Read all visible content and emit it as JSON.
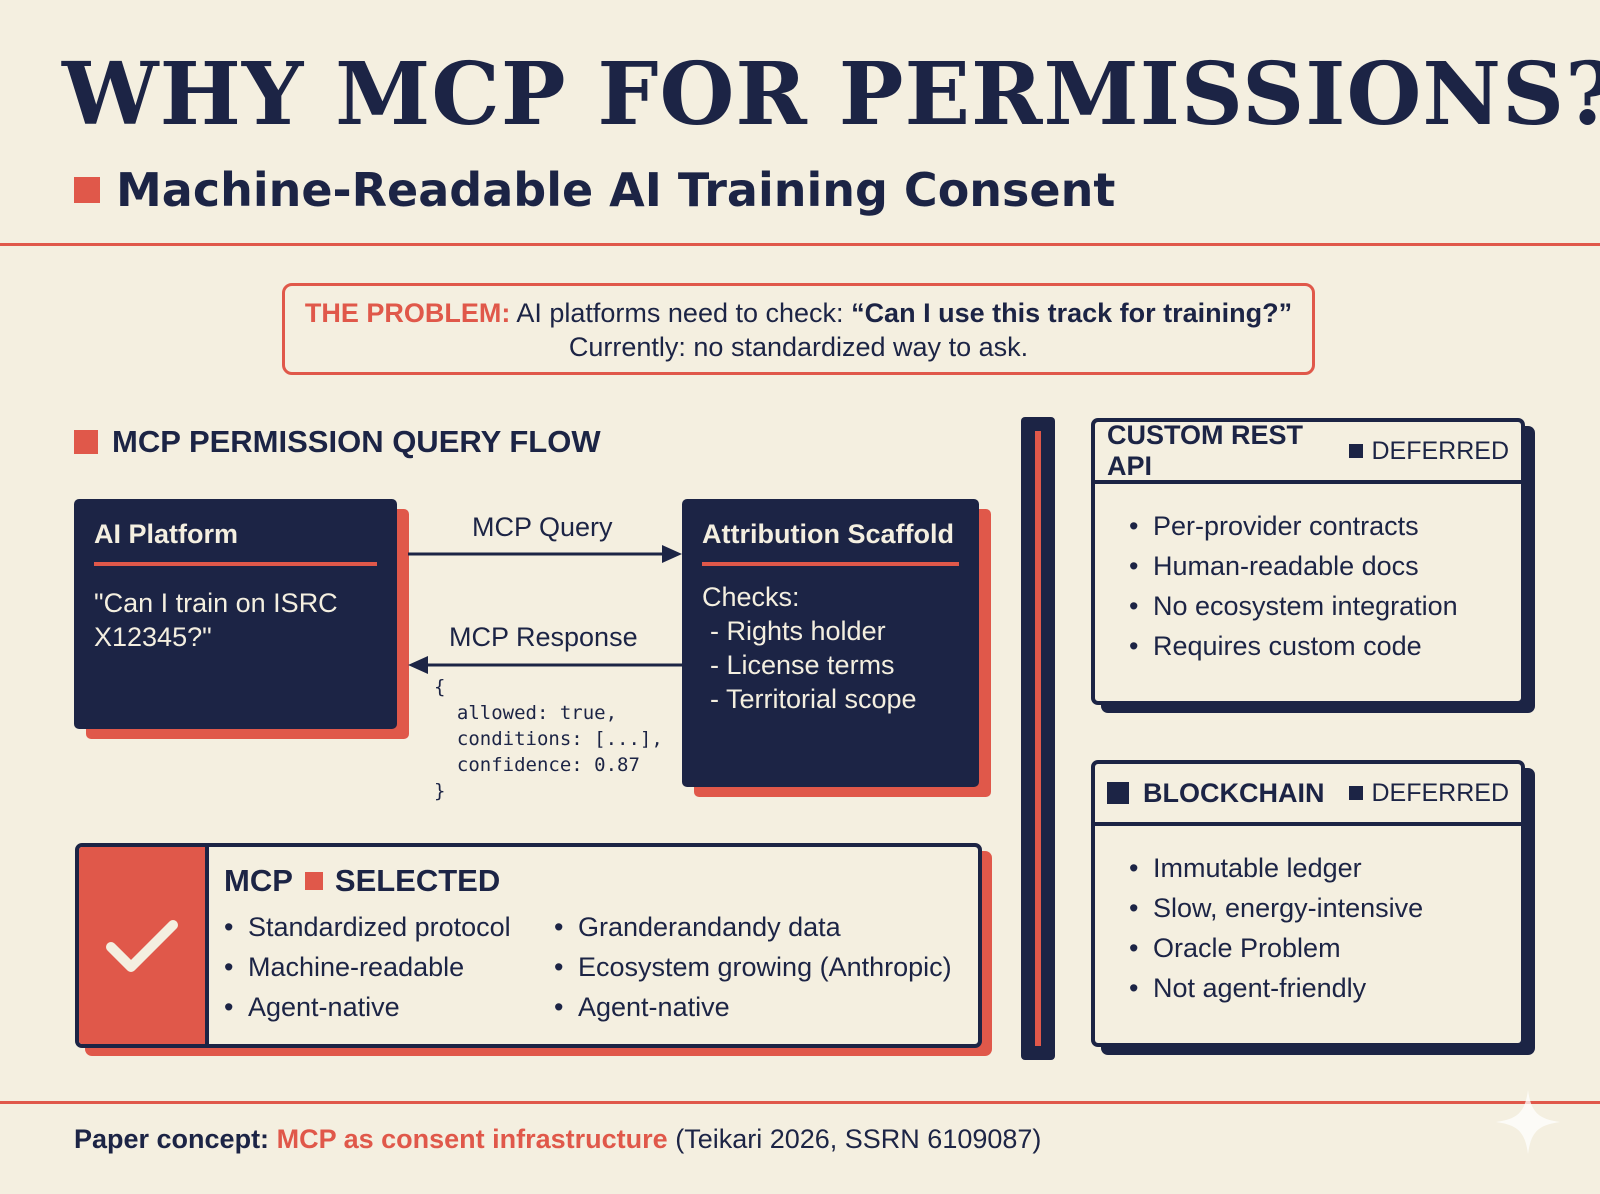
{
  "header": {
    "title": "WHY MCP FOR PERMISSIONS?",
    "subtitle": "Machine-Readable AI Training Consent"
  },
  "problem": {
    "label": "THE PROBLEM:",
    "text": "AI platforms need to check:",
    "question": "“Can I use this track for training?”",
    "line2": "Currently: no standardized way to ask."
  },
  "flow": {
    "title": "MCP PERMISSION QUERY FLOW",
    "platform": {
      "title": "AI Platform",
      "body": "\"Can I train on ISRC X12345?\""
    },
    "query_label": "MCP Query",
    "response_label": "MCP Response",
    "response_code": "{\n  allowed: true,\n  conditions: [...],\n  confidence: 0.87\n}",
    "scaffold": {
      "title": "Attribution Scaffold",
      "checks_label": "Checks:",
      "checks": [
        "- Rights holder",
        "- License terms",
        "- Territorial scope"
      ]
    }
  },
  "selected": {
    "name": "MCP",
    "status": "SELECTED",
    "col1": [
      "Standardized protocol",
      "Machine-readable",
      "Agent-native"
    ],
    "col2": [
      "Granderandandy data",
      "Ecosystem growing (Anthropic)",
      "Agent-native"
    ],
    "icon": "checkmark-icon"
  },
  "alternatives": {
    "rest": {
      "title": "CUSTOM REST API",
      "status": "DEFERRED",
      "items": [
        "Per-provider contracts",
        "Human-readable docs",
        "No ecosystem integration",
        "Requires custom code"
      ]
    },
    "blockchain": {
      "title": "BLOCKCHAIN",
      "status": "DEFERRED",
      "items": [
        "Immutable ledger",
        "Slow, energy-intensive",
        "Oracle Problem",
        "Not agent-friendly"
      ]
    }
  },
  "footer": {
    "label": "Paper concept:",
    "highlight": "MCP as consent infrastructure",
    "citation": "(Teikari 2026, SSRN 6109087)"
  },
  "colors": {
    "navy": "#1c2445",
    "accent": "#e0584a",
    "background": "#f4efe0"
  }
}
